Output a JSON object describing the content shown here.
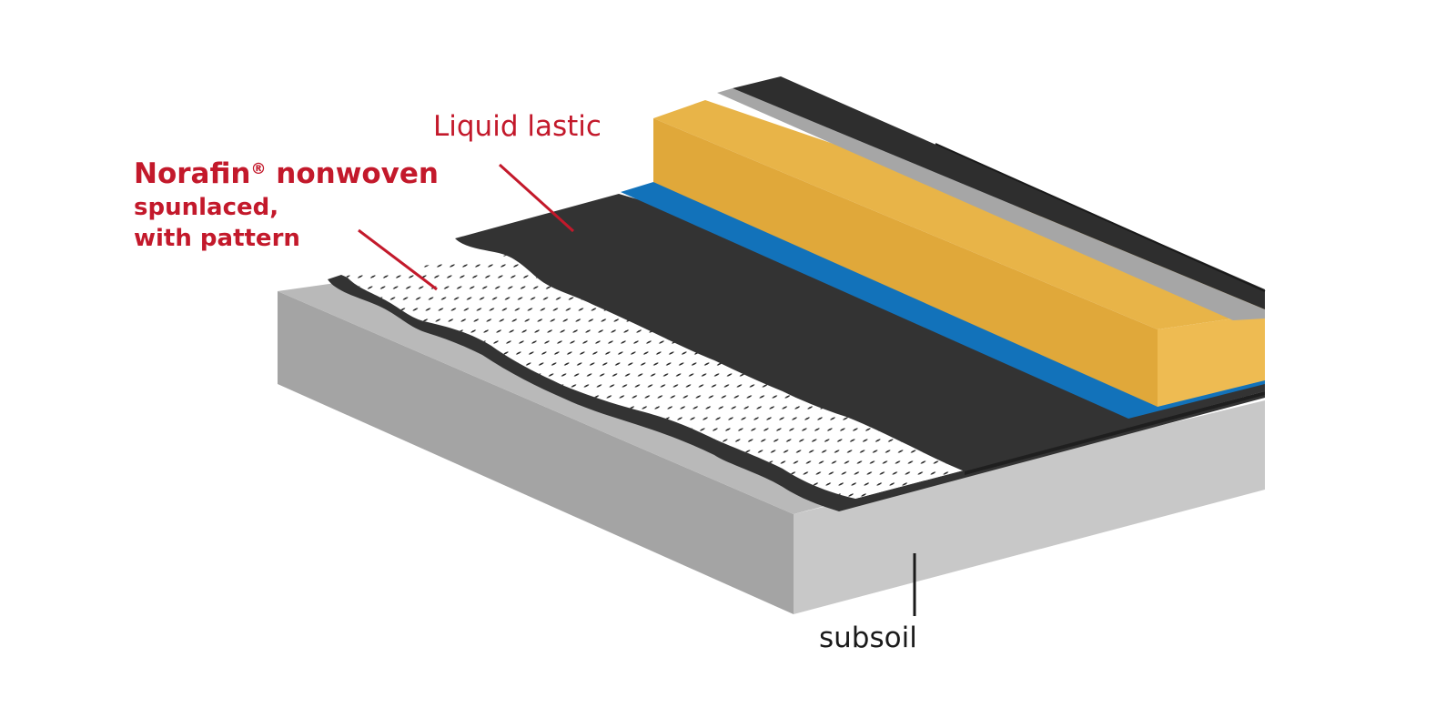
{
  "labels": {
    "liquid_lastic": "Liquid lastic",
    "norafin": "Norafin",
    "registered_mark": "®",
    "norafin_rest": " nonwoven",
    "spunlaced": "spunlaced,",
    "with_pattern": "with pattern",
    "subsoil": "subsoil"
  },
  "colors": {
    "label_red": "#c3192b",
    "label_black": "#1a1a1a",
    "subsoil_top": "#b9b9b9",
    "subsoil_front": "#c8c8c8",
    "subsoil_side": "#a4a4a4",
    "membrane_dark": "#333333",
    "nonwoven": "#ffffff",
    "nonwoven_dots": "#2b2b2b",
    "blue_strip": "#1272ba",
    "insulation_top": "#e0a83a",
    "insulation_front": "#eebb52",
    "top_membrane": "#2e2e2e",
    "top_membrane_edge": "#a6a6a6"
  },
  "layers": [
    "subsoil",
    "bitumen-layer",
    "norafin-nonwoven",
    "liquid-lastic",
    "blue-layer",
    "insulation",
    "top-membrane"
  ]
}
